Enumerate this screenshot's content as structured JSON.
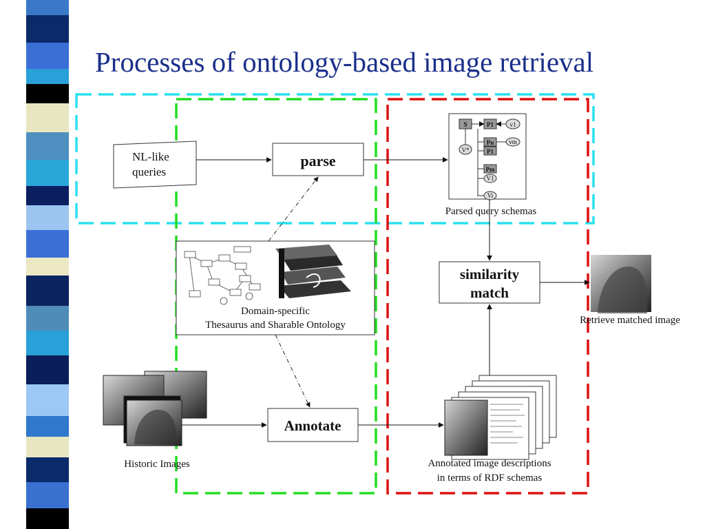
{
  "slide": {
    "title": "Processes of ontology-based image retrieval"
  },
  "diagram": {
    "nodes": {
      "nl_queries_line1": "NL-like",
      "nl_queries_line2": "queries",
      "parse": "parse",
      "annotate": "Annotate",
      "similarity_line1": "similarity",
      "similarity_line2": "match",
      "ontology_line1": "Domain-specific",
      "ontology_line2": "Thesaurus and Sharable Ontology",
      "parsed_schemas": "Parsed query schemas",
      "historic_images": "Historic Images",
      "annotated_line1": "Annotated image descriptions",
      "annotated_line2": "in terms of RDF schemas",
      "retrieve": "Retrieve matched image"
    },
    "schema_nodes": {
      "s": "S",
      "p1": "P1",
      "v1": "v1",
      "vstar": "V*",
      "pn": "Pn",
      "vm": "vm",
      "p1b": "P1",
      "pm": "Pm",
      "v1b": "V1",
      "vi": "Vi"
    },
    "colors": {
      "query_group": "#29e0f0",
      "annotation_group": "#22dd22",
      "matching_group": "#dd1111",
      "title": "#1a2f8a"
    }
  }
}
